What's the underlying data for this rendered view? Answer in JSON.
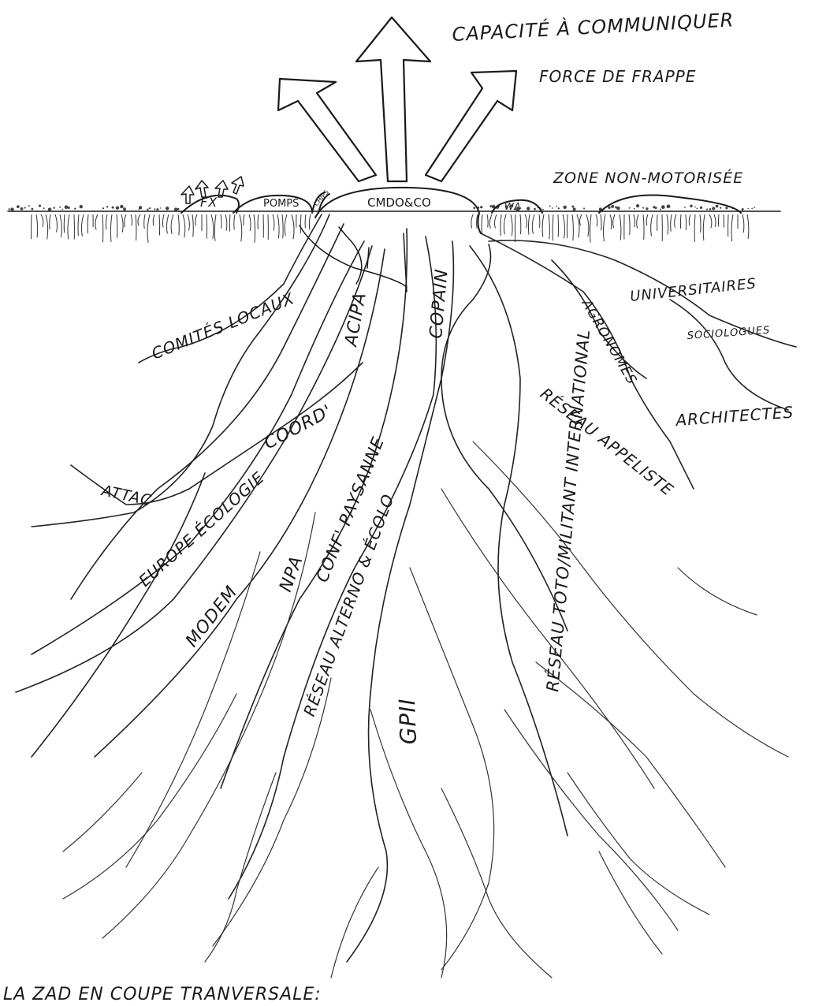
{
  "top_labels": {
    "capacity": "CAPACITÉ À COMMUNIQUER",
    "force": "FORCE DE FRAPPE",
    "zone": "ZONE NON-MOTORISÉE"
  },
  "mounds": {
    "fx": "FX",
    "pomps": "POMPS",
    "chips": "CHIPS",
    "cmdo": "CMDO&CO",
    "wa": "WA"
  },
  "roots": {
    "comites": "COMITÉS LOCAUX",
    "acipa": "ACIPA",
    "copain": "COPAIN",
    "international": "RÉSEAU TOTO/MILITANT INTERNATIONAL",
    "coord": "COORD'",
    "attac": "ATTAC",
    "europe": "EUROPE ÉCOLOGIE",
    "modem": "MODEM",
    "npa": "NPA",
    "conf": "CONF' PAYSANNE",
    "alterno": "RÉSEAU ALTERNO & ÉCOLO",
    "gpii": "GPII",
    "appeliste": "RÉSEAU APPELISTE",
    "agronomes": "AGRONOMES",
    "universitaires": "UNIVERSITAIRES",
    "sociologues": "SOCIOLOGUES",
    "architectes": "ARCHITECTES"
  },
  "caption": "LA ZAD EN COUPE TRANVERSALE:"
}
